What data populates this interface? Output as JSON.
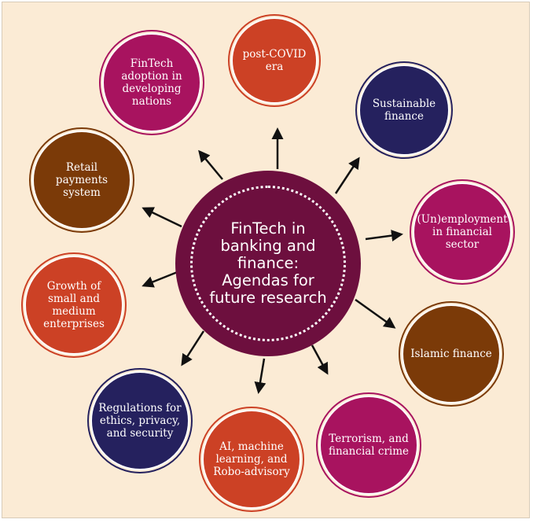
{
  "center": {
    "lines": [
      "FinTech in",
      "banking and",
      "finance:",
      "Agendas for",
      "future research"
    ]
  },
  "nodes": [
    {
      "id": "post-covid",
      "lines": [
        "post-COVID era"
      ],
      "color": "#cc4125"
    },
    {
      "id": "sustainable",
      "lines": [
        "Sustainable",
        "finance"
      ],
      "color": "#25215e"
    },
    {
      "id": "unemployment",
      "lines": [
        "(Un)employment",
        "in financial",
        "sector"
      ],
      "color": "#a8135f"
    },
    {
      "id": "islamic",
      "lines": [
        "Islamic finance"
      ],
      "color": "#7b3a08"
    },
    {
      "id": "terrorism",
      "lines": [
        "Terrorism, and",
        "financial crime"
      ],
      "color": "#a8135f"
    },
    {
      "id": "ai",
      "lines": [
        "AI, machine",
        "learning, and",
        "Robo-advisory"
      ],
      "color": "#cc4125"
    },
    {
      "id": "regulations",
      "lines": [
        "Regulations for",
        "ethics, privacy,",
        "and security"
      ],
      "color": "#25215e"
    },
    {
      "id": "growth",
      "lines": [
        "Growth of",
        "small and",
        "medium",
        "enterprises"
      ],
      "color": "#cc4125"
    },
    {
      "id": "retail",
      "lines": [
        "Retail",
        "payments",
        "system"
      ],
      "color": "#7b3a08"
    },
    {
      "id": "developing",
      "lines": [
        "FinTech",
        "adoption in",
        "developing",
        "nations"
      ],
      "color": "#a8135f"
    }
  ],
  "colors": {
    "background": "#fbebd5",
    "center": "#6d0f3e",
    "arrow": "#111111"
  }
}
